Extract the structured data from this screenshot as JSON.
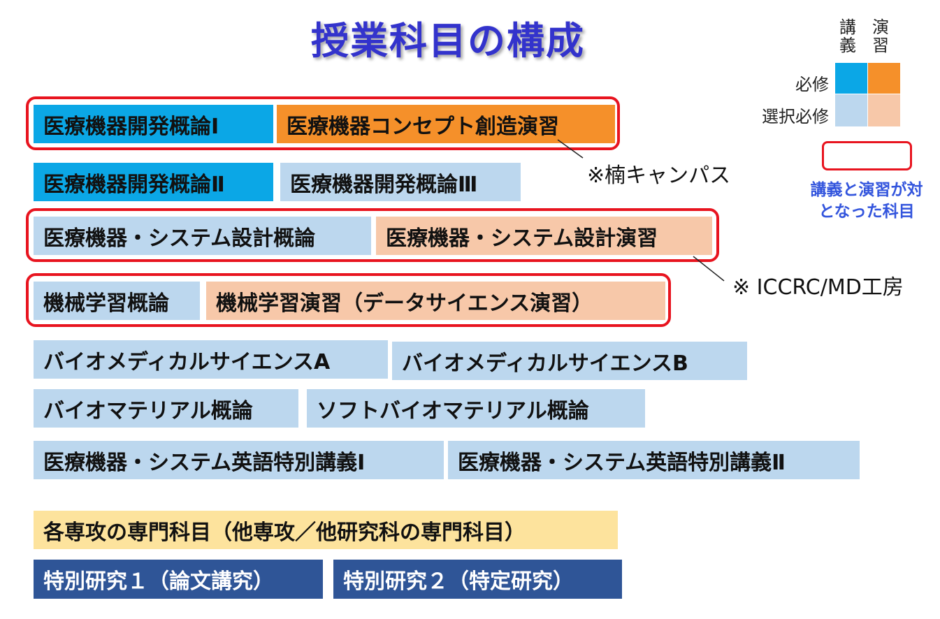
{
  "title": "授業科目の構成",
  "legend": {
    "col_lecture": "講義",
    "col_practice": "演習",
    "row_required": "必修",
    "row_elective": "選択必修",
    "pair_label_line1": "講義と演習が対",
    "pair_label_line2": "となった科目",
    "colors": {
      "required_lecture": "#0ba7e6",
      "required_practice": "#f5902a",
      "elective_lecture": "#bcd7ee",
      "elective_practice": "#f7c8a9",
      "pair_border": "#e8141f"
    }
  },
  "rows": {
    "r1": {
      "a": "医療機器開発概論Ⅰ",
      "b": "医療機器コンセプト創造演習"
    },
    "r2": {
      "a": "医療機器開発概論Ⅱ",
      "b": "医療機器開発概論Ⅲ"
    },
    "r3": {
      "a": "医療機器・システム設計概論",
      "b": "医療機器・システム設計演習"
    },
    "r4": {
      "a": "機械学習概論",
      "b": "機械学習演習（データサイエンス演習）"
    },
    "r5": {
      "a": "バイオメディカルサイエンスA",
      "b": "バイオメディカルサイエンスB"
    },
    "r6": {
      "a": "バイオマテリアル概論",
      "b": "ソフトバイオマテリアル概論"
    },
    "r7": {
      "a": "医療機器・システム英語特別講義Ⅰ",
      "b": "医療機器・システム英語特別講義Ⅱ"
    },
    "r8": {
      "a": "各専攻の専門科目（他専攻／他研究科の専門科目）"
    },
    "r9": {
      "a": "特別研究１（論文講究）",
      "b": "特別研究２（特定研究）"
    }
  },
  "notes": {
    "campus": "※楠キャンパス",
    "workshop": "※ ICCRC/MD工房"
  }
}
